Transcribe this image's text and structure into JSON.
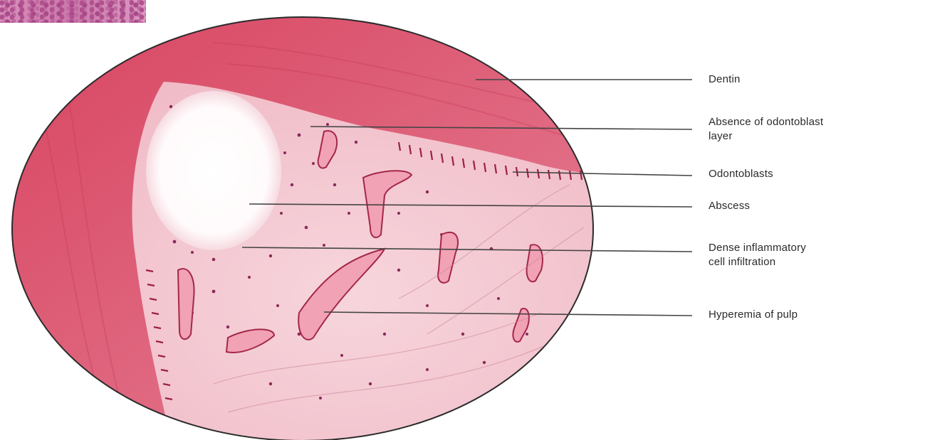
{
  "labels": {
    "dentin": "Dentin",
    "absence_line1": "Absence of odontoblast",
    "absence_line2": "layer",
    "odontoblasts": "Odontoblasts",
    "abscess": "Abscess",
    "dense_line1": "Dense inflammatory",
    "dense_line2": "cell infiltration",
    "hyperemia": "Hyperemia of pulp"
  },
  "colors": {
    "dentin": "#d9506a",
    "pulp": "#f3c3cc",
    "abscess": "#ffffff",
    "outline": "#2b2b2b",
    "leader_line": "#444444"
  }
}
